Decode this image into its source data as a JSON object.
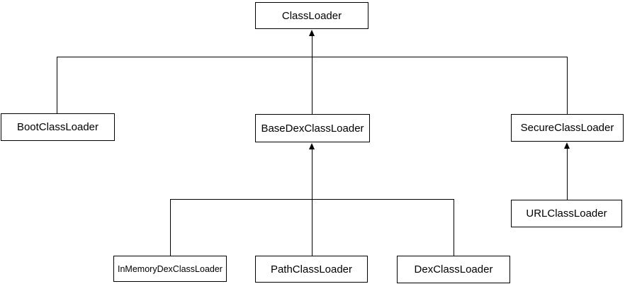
{
  "diagram": {
    "type": "class-hierarchy",
    "colors": {
      "background": "#ffffff",
      "stroke": "#000000",
      "text": "#000000"
    },
    "nodes": [
      {
        "id": "classloader",
        "label": "ClassLoader"
      },
      {
        "id": "bootclassloader",
        "label": "BootClassLoader"
      },
      {
        "id": "basedexclassloader",
        "label": "BaseDexClassLoader"
      },
      {
        "id": "secureclassloader",
        "label": "SecureClassLoader"
      },
      {
        "id": "urlclassloader",
        "label": "URLClassLoader"
      },
      {
        "id": "inmemorydexclassloader",
        "label": "InMemoryDexClassLoader"
      },
      {
        "id": "pathclassloader",
        "label": "PathClassLoader"
      },
      {
        "id": "dexclassloader",
        "label": "DexClassLoader"
      }
    ],
    "edges": [
      {
        "from": "BootClassLoader",
        "to": "ClassLoader",
        "arrowhead": false
      },
      {
        "from": "BaseDexClassLoader",
        "to": "ClassLoader",
        "arrowhead": true
      },
      {
        "from": "SecureClassLoader",
        "to": "ClassLoader",
        "arrowhead": false
      },
      {
        "from": "InMemoryDexClassLoader",
        "to": "BaseDexClassLoader",
        "arrowhead": false
      },
      {
        "from": "PathClassLoader",
        "to": "BaseDexClassLoader",
        "arrowhead": true
      },
      {
        "from": "DexClassLoader",
        "to": "BaseDexClassLoader",
        "arrowhead": false
      },
      {
        "from": "URLClassLoader",
        "to": "SecureClassLoader",
        "arrowhead": true
      }
    ]
  }
}
